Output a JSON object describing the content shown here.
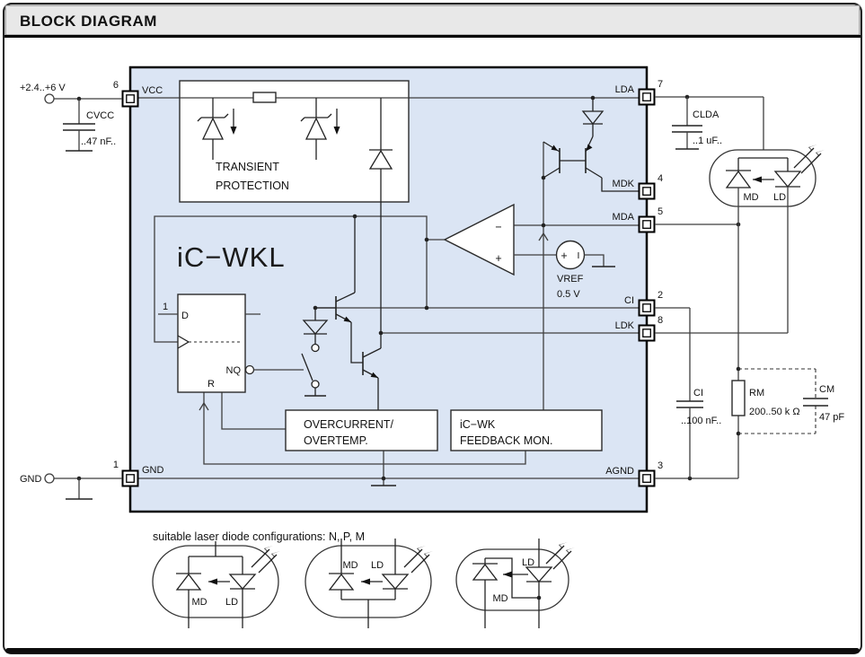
{
  "header": {
    "title": "BLOCK DIAGRAM"
  },
  "chip": {
    "label": "iC−WKL",
    "pins": {
      "vcc": {
        "num": "6",
        "label": "VCC"
      },
      "gnd": {
        "num": "1",
        "label": "GND"
      },
      "lda": {
        "num": "7",
        "label": "LDA"
      },
      "mdk": {
        "num": "4",
        "label": "MDK"
      },
      "mda": {
        "num": "5",
        "label": "MDA"
      },
      "ci": {
        "num": "2",
        "label": "CI"
      },
      "ldk": {
        "num": "8",
        "label": "LDK"
      },
      "agnd": {
        "num": "3",
        "label": "AGND"
      }
    },
    "blocks": {
      "transient": {
        "line1": "TRANSIENT",
        "line2": "PROTECTION"
      },
      "overcurrent": {
        "line1": "OVERCURRENT/",
        "line2": "OVERTEMP."
      },
      "feedback": {
        "line1": "iC−WK",
        "line2": "FEEDBACK MON."
      }
    },
    "flipflop": {
      "set": "1",
      "d": "D",
      "nq": "NQ",
      "r": "R"
    },
    "comparator": {
      "minus": "−",
      "plus": "+"
    },
    "vref": {
      "plus": "+",
      "i": "I",
      "name": "VREF",
      "value": "0.5 V"
    }
  },
  "external": {
    "supply_label": "+2.4..+6 V",
    "gnd_label": "GND",
    "cvcc": {
      "name": "CVCC",
      "value": "..47 nF.."
    },
    "clda": {
      "name": "CLDA",
      "value": "..1 uF.."
    },
    "ci": {
      "name": "CI",
      "value": "..100 nF.."
    },
    "rm": {
      "name": "RM",
      "value": "200..50 k Ω"
    },
    "cm": {
      "name": "CM",
      "value": "47 pF"
    },
    "package": {
      "md": "MD",
      "ld": "LD"
    }
  },
  "configs": {
    "caption": "suitable laser diode configurations: N, P, M",
    "n": {
      "md": "MD",
      "ld": "LD"
    },
    "p": {
      "md": "MD",
      "ld": "LD"
    },
    "m": {
      "md": "MD",
      "ld": "LD"
    }
  },
  "colors": {
    "ic_fill": "#dbe5f4",
    "header_fill": "#e8e8e8",
    "wire": "#3f3f3f"
  }
}
